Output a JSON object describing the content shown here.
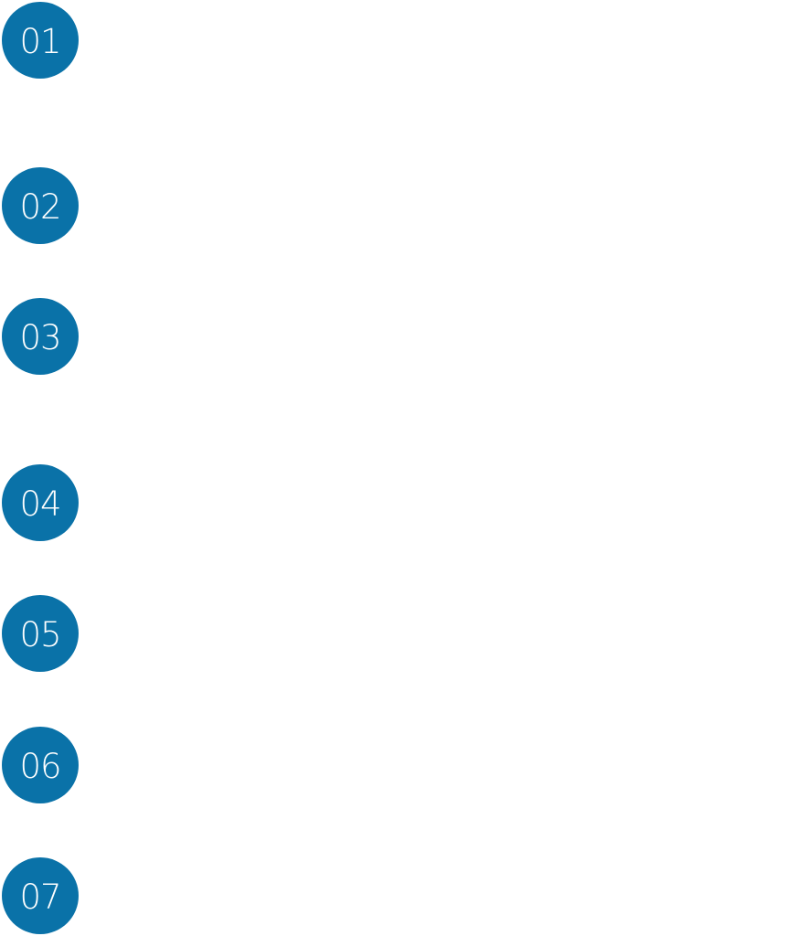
{
  "steps": [
    {
      "number": "01"
    },
    {
      "number": "02"
    },
    {
      "number": "03"
    },
    {
      "number": "04"
    },
    {
      "number": "05"
    },
    {
      "number": "06"
    },
    {
      "number": "07"
    }
  ],
  "colors": {
    "badge_fill": "#0a72a8",
    "badge_text": "#ffffff",
    "background": "#ffffff"
  }
}
